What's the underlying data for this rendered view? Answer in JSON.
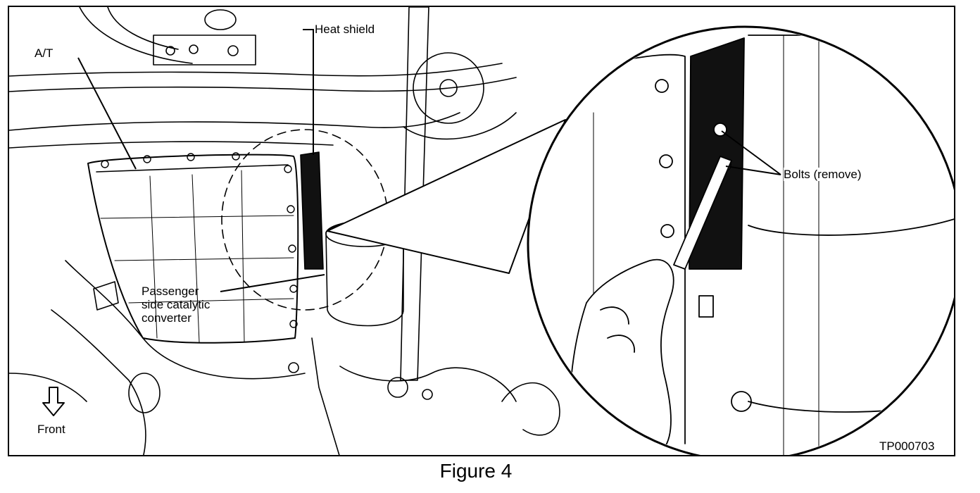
{
  "figure": {
    "caption": "Figure 4",
    "id_code": "TP000703"
  },
  "callouts": {
    "at": "A/T",
    "heat_shield": "Heat shield",
    "bolts": "Bolts (remove)",
    "converter_line1": "Passenger",
    "converter_line2": "side catalytic",
    "converter_line3": "converter",
    "front": "Front"
  },
  "colors": {
    "line": "#000000",
    "background": "#ffffff",
    "shield_fill": "#111111"
  }
}
